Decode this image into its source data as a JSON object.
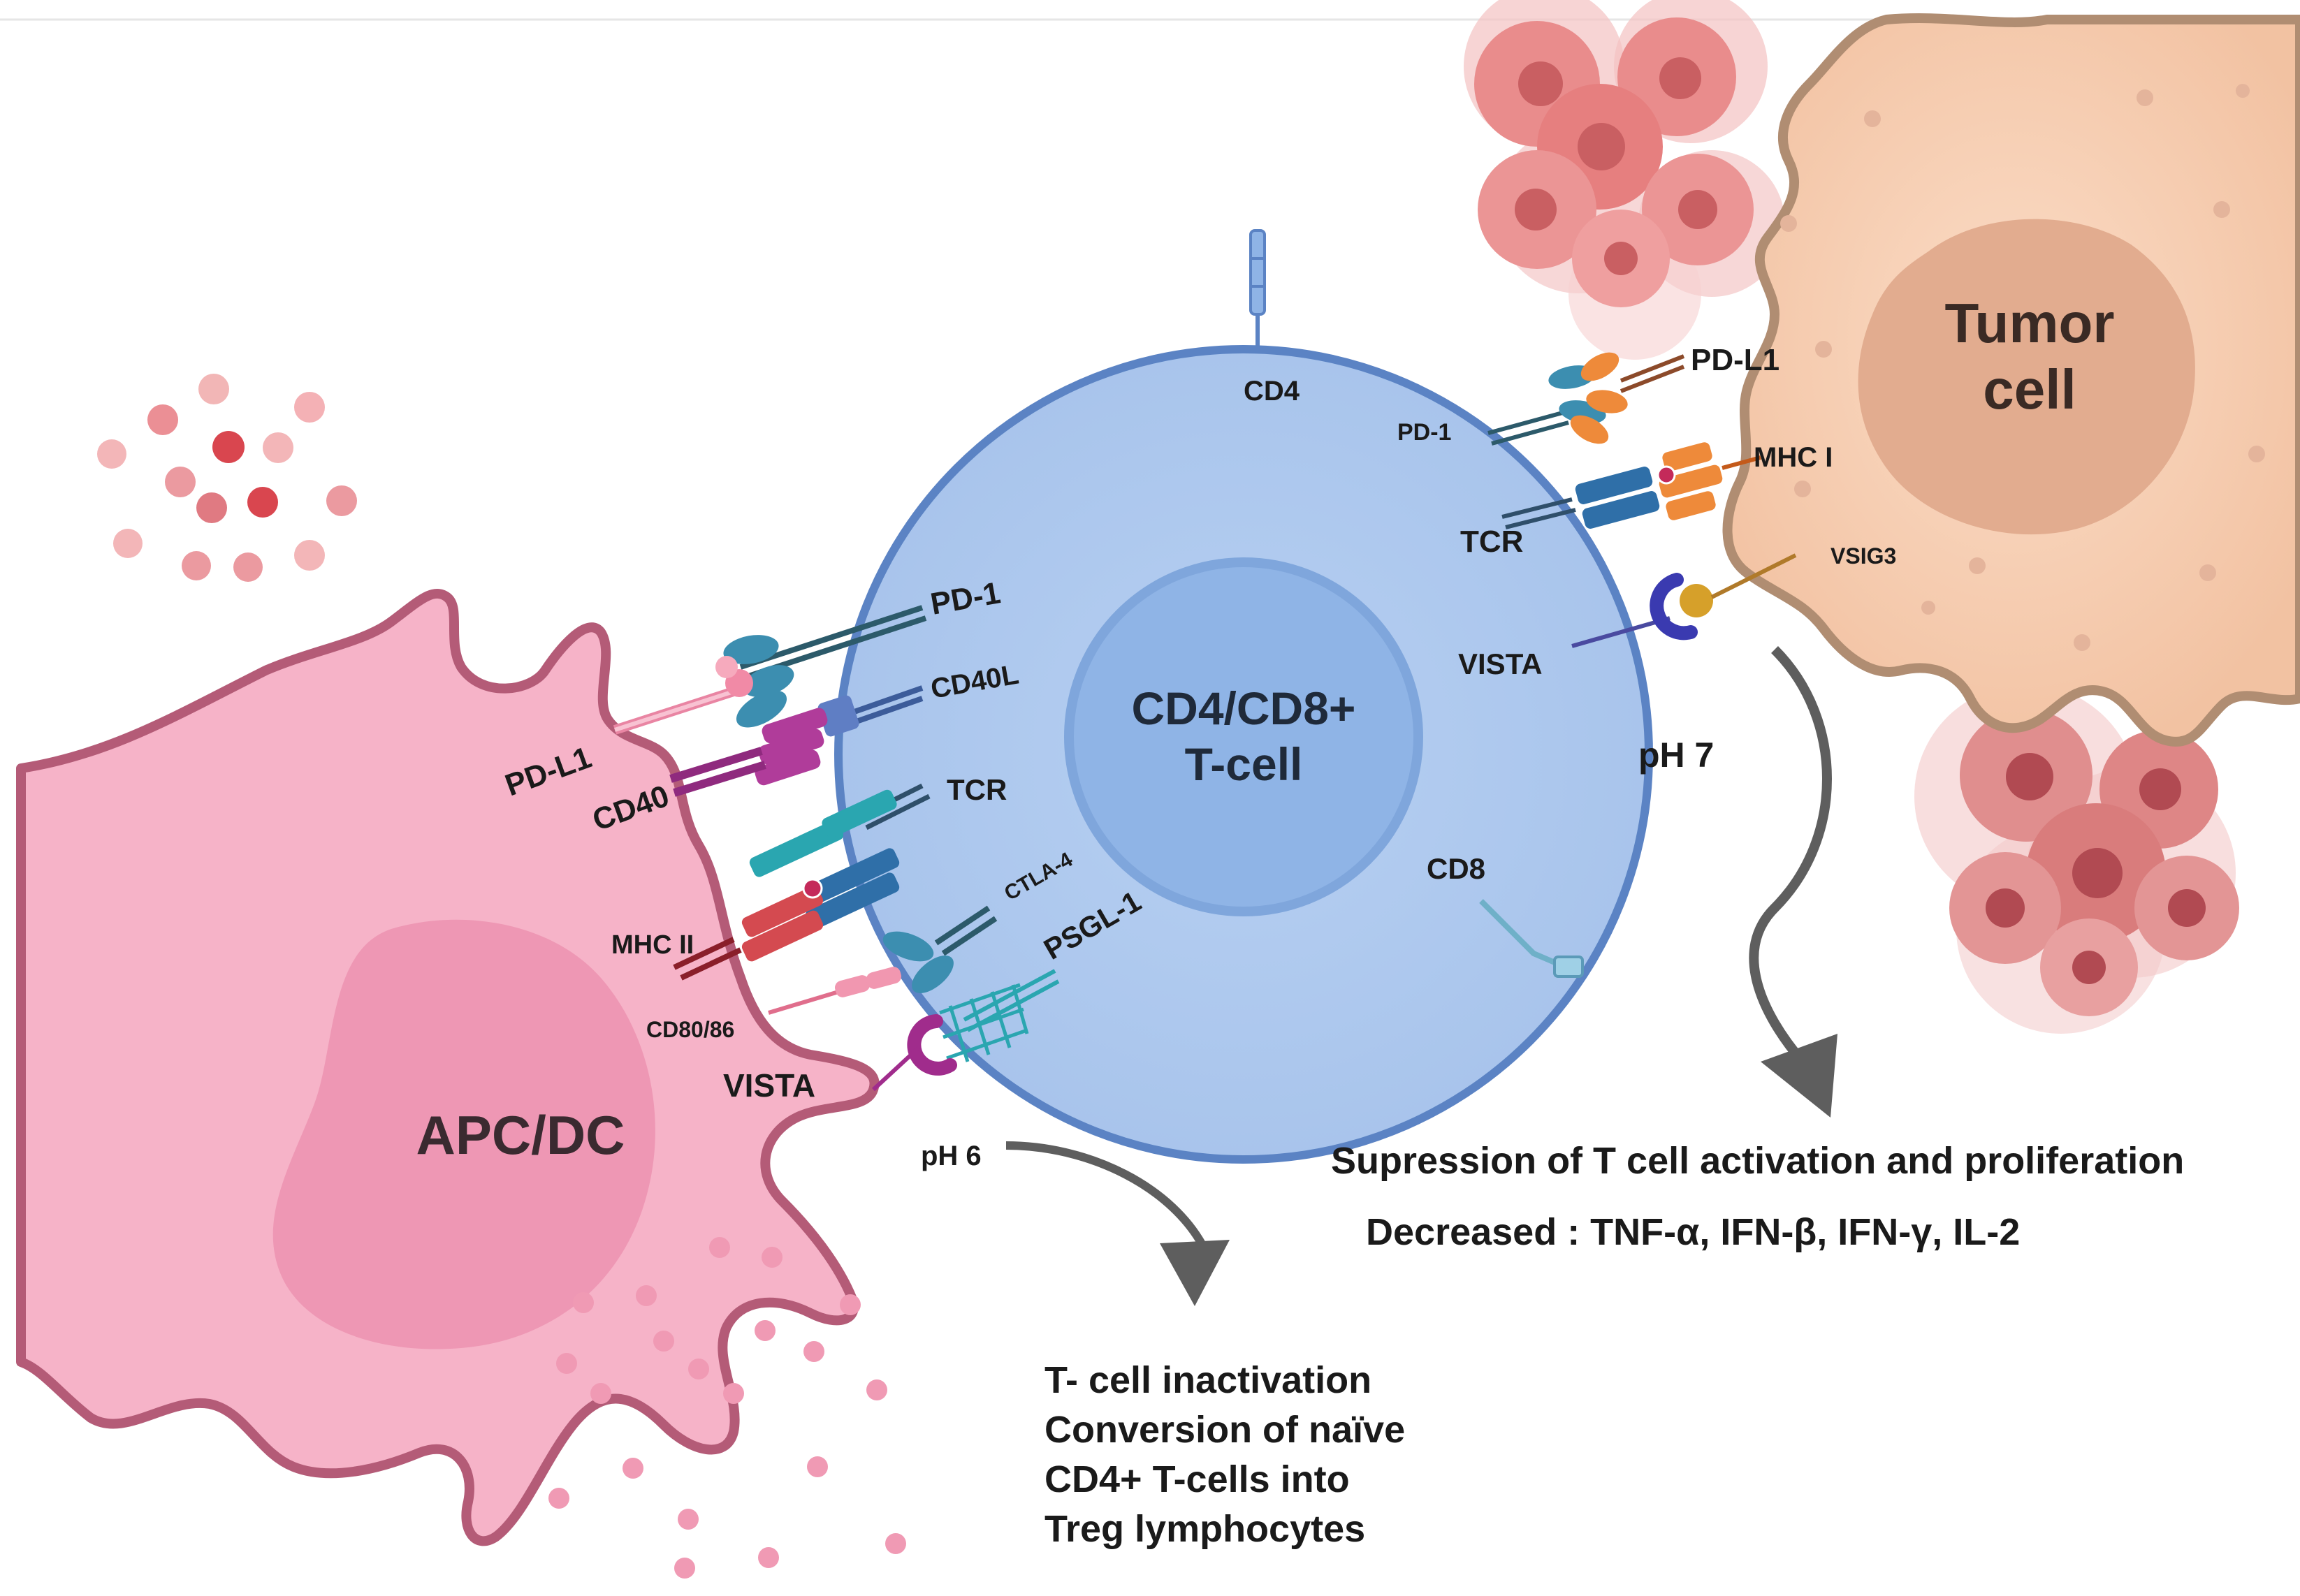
{
  "cells": {
    "tcell": {
      "line1": "CD4/CD8+",
      "line2": "T-cell"
    },
    "apc": "APC/DC",
    "tumor": {
      "line1": "Tumor",
      "line2": "cell"
    }
  },
  "tcell_labels": {
    "cd4": "CD4",
    "pd1_left": "PD-1",
    "cd40l": "CD40L",
    "tcr_left": "TCR",
    "ctla4": "CTLA-4",
    "psgl1": "PSGL-1",
    "pd1_right": "PD-1",
    "tcr_right": "TCR",
    "vista_right": "VISTA",
    "cd8": "CD8"
  },
  "apc_labels": {
    "pdl1": "PD-L1",
    "cd40": "CD40",
    "mhc2": "MHC II",
    "cd8086": "CD80/86",
    "vista": "VISTA"
  },
  "tumor_labels": {
    "pdl1": "PD-L1",
    "mhc1": "MHC I",
    "vsig3": "VSIG3"
  },
  "ph": {
    "left": "pH 6",
    "right": "pH 7"
  },
  "outcome_left": [
    "T- cell inactivation",
    "Conversion of naïve",
    "CD4+ T-cells into",
    "Treg lymphocytes"
  ],
  "outcome_right": {
    "title": "Supression of T cell activation and proliferation",
    "decreased": "Decreased : TNF-α, IFN-β,  IFN-γ, IL-2"
  },
  "colors": {
    "tcell_fill": "#adc8ee",
    "tcell_stroke": "#5b83c4",
    "nucleus_fill": "#8fb4e6",
    "apc_fill": "#f6b3c8",
    "apc_stroke": "#b45b77",
    "apc_nucleus": "#ee97b4",
    "tumor_fill": "#f5cbae",
    "tumor_stroke": "#b08d72",
    "tumor_nucleus": "#e2ac8f",
    "arrow": "#5e5e5e"
  }
}
